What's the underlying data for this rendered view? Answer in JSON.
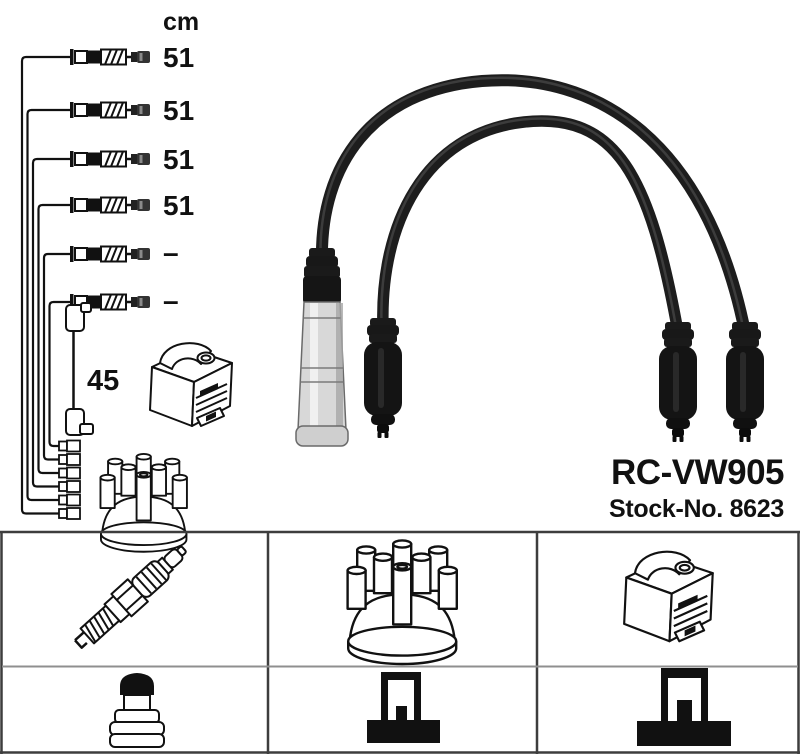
{
  "product": {
    "code": "RC-VW905",
    "stock_label": "Stock-No. 8623"
  },
  "lengths": {
    "unit": "cm",
    "values": [
      "51",
      "51",
      "51",
      "51",
      "–",
      "–"
    ],
    "coil_wire": "45"
  },
  "icons": {
    "top_left": [
      "ignition-cable",
      "coil-wire",
      "ignition-coil",
      "distributor-cap"
    ],
    "grid_row1": [
      "spark-plug",
      "distributor-cap",
      "ignition-coil"
    ],
    "grid_row2": [
      "terminal-nut",
      "coil-terminal",
      "distributor-terminal"
    ]
  },
  "colors": {
    "line": "#111111",
    "cable": "#1d1d1d",
    "chrome": "#d8d8d8",
    "grid_border": "#3d3d3d",
    "grid_divider": "#8f8f8f",
    "background": "#ffffff"
  }
}
